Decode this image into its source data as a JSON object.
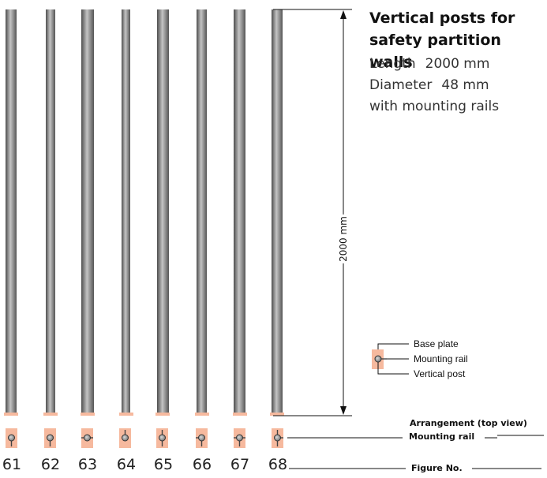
{
  "title": {
    "line1": "Vertical posts for",
    "line2": "safety partition walls"
  },
  "specs": {
    "length_label": "Length",
    "length_value": "2000 mm",
    "diameter_label": "Diameter",
    "diameter_value": "48 mm",
    "extra": "with mounting rails"
  },
  "dimension_label": "2000 mm",
  "legend": {
    "base_plate": "Base plate",
    "mounting_rail": "Mounting rail",
    "vertical_post": "Vertical post"
  },
  "arrangement": {
    "line1": "Arrangement (top view)",
    "line2": "Mounting rail"
  },
  "figure_label": "Figure No.",
  "figures": [
    "61",
    "62",
    "63",
    "64",
    "65",
    "66",
    "67",
    "68"
  ],
  "colors": {
    "post_dark": "#5e5e5e",
    "post_light": "#bdbdbd",
    "base_plate": "#f6b99e",
    "circle_fill": "#9a9a9a"
  }
}
